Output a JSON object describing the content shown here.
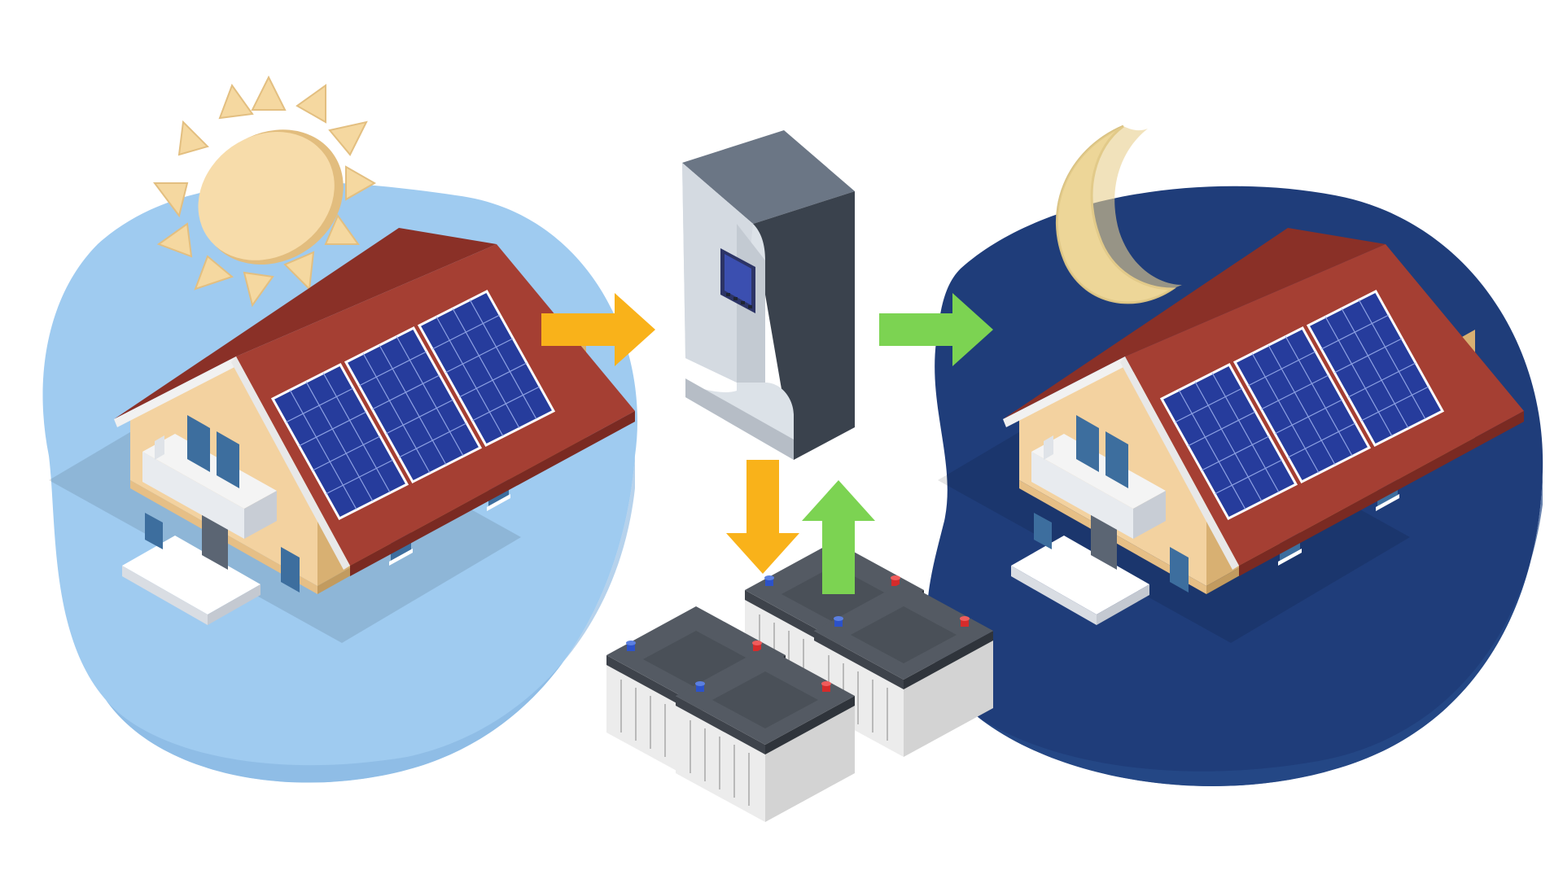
{
  "colors": {
    "background": "#ffffff",
    "day_blob": "#9fcbf0",
    "day_blob_shadow": "#86b4df",
    "night_blob": "#1f3d7a",
    "night_blob_shadow": "#274c8a",
    "sun": "#f5d8a0",
    "moon": "#f5e2a8",
    "roof": "#a53f33",
    "roof_dark": "#8a3027",
    "wall_front": "#f3d2a0",
    "wall_side": "#d8b072",
    "solar_panel": "#263c9c",
    "solar_grid": "#c9d6ff",
    "inverter_front": "#dce2e8",
    "inverter_side": "#525e6c",
    "inverter_top": "#6b7685",
    "inverter_screen": "#3b4fb0",
    "battery_body": "#e4e4e4",
    "battery_top": "#545a63",
    "terminal_pos": "#d52b2b",
    "terminal_neg": "#2c52c9",
    "arrow_orange": "#f9b21a",
    "arrow_green": "#7cd352"
  },
  "icons": {
    "day_scene": "sun-icon",
    "night_scene": "moon-icon",
    "inverter": "inverter-icon",
    "battery_bank": "battery-icon",
    "houses": "house-icon",
    "panels": "solar-panel-icon"
  },
  "flows": [
    {
      "from": "day-house",
      "to": "inverter",
      "color": "orange"
    },
    {
      "from": "inverter",
      "to": "battery-bank",
      "color": "orange"
    },
    {
      "from": "battery-bank",
      "to": "inverter",
      "color": "green"
    },
    {
      "from": "inverter",
      "to": "night-house",
      "color": "green"
    }
  ]
}
